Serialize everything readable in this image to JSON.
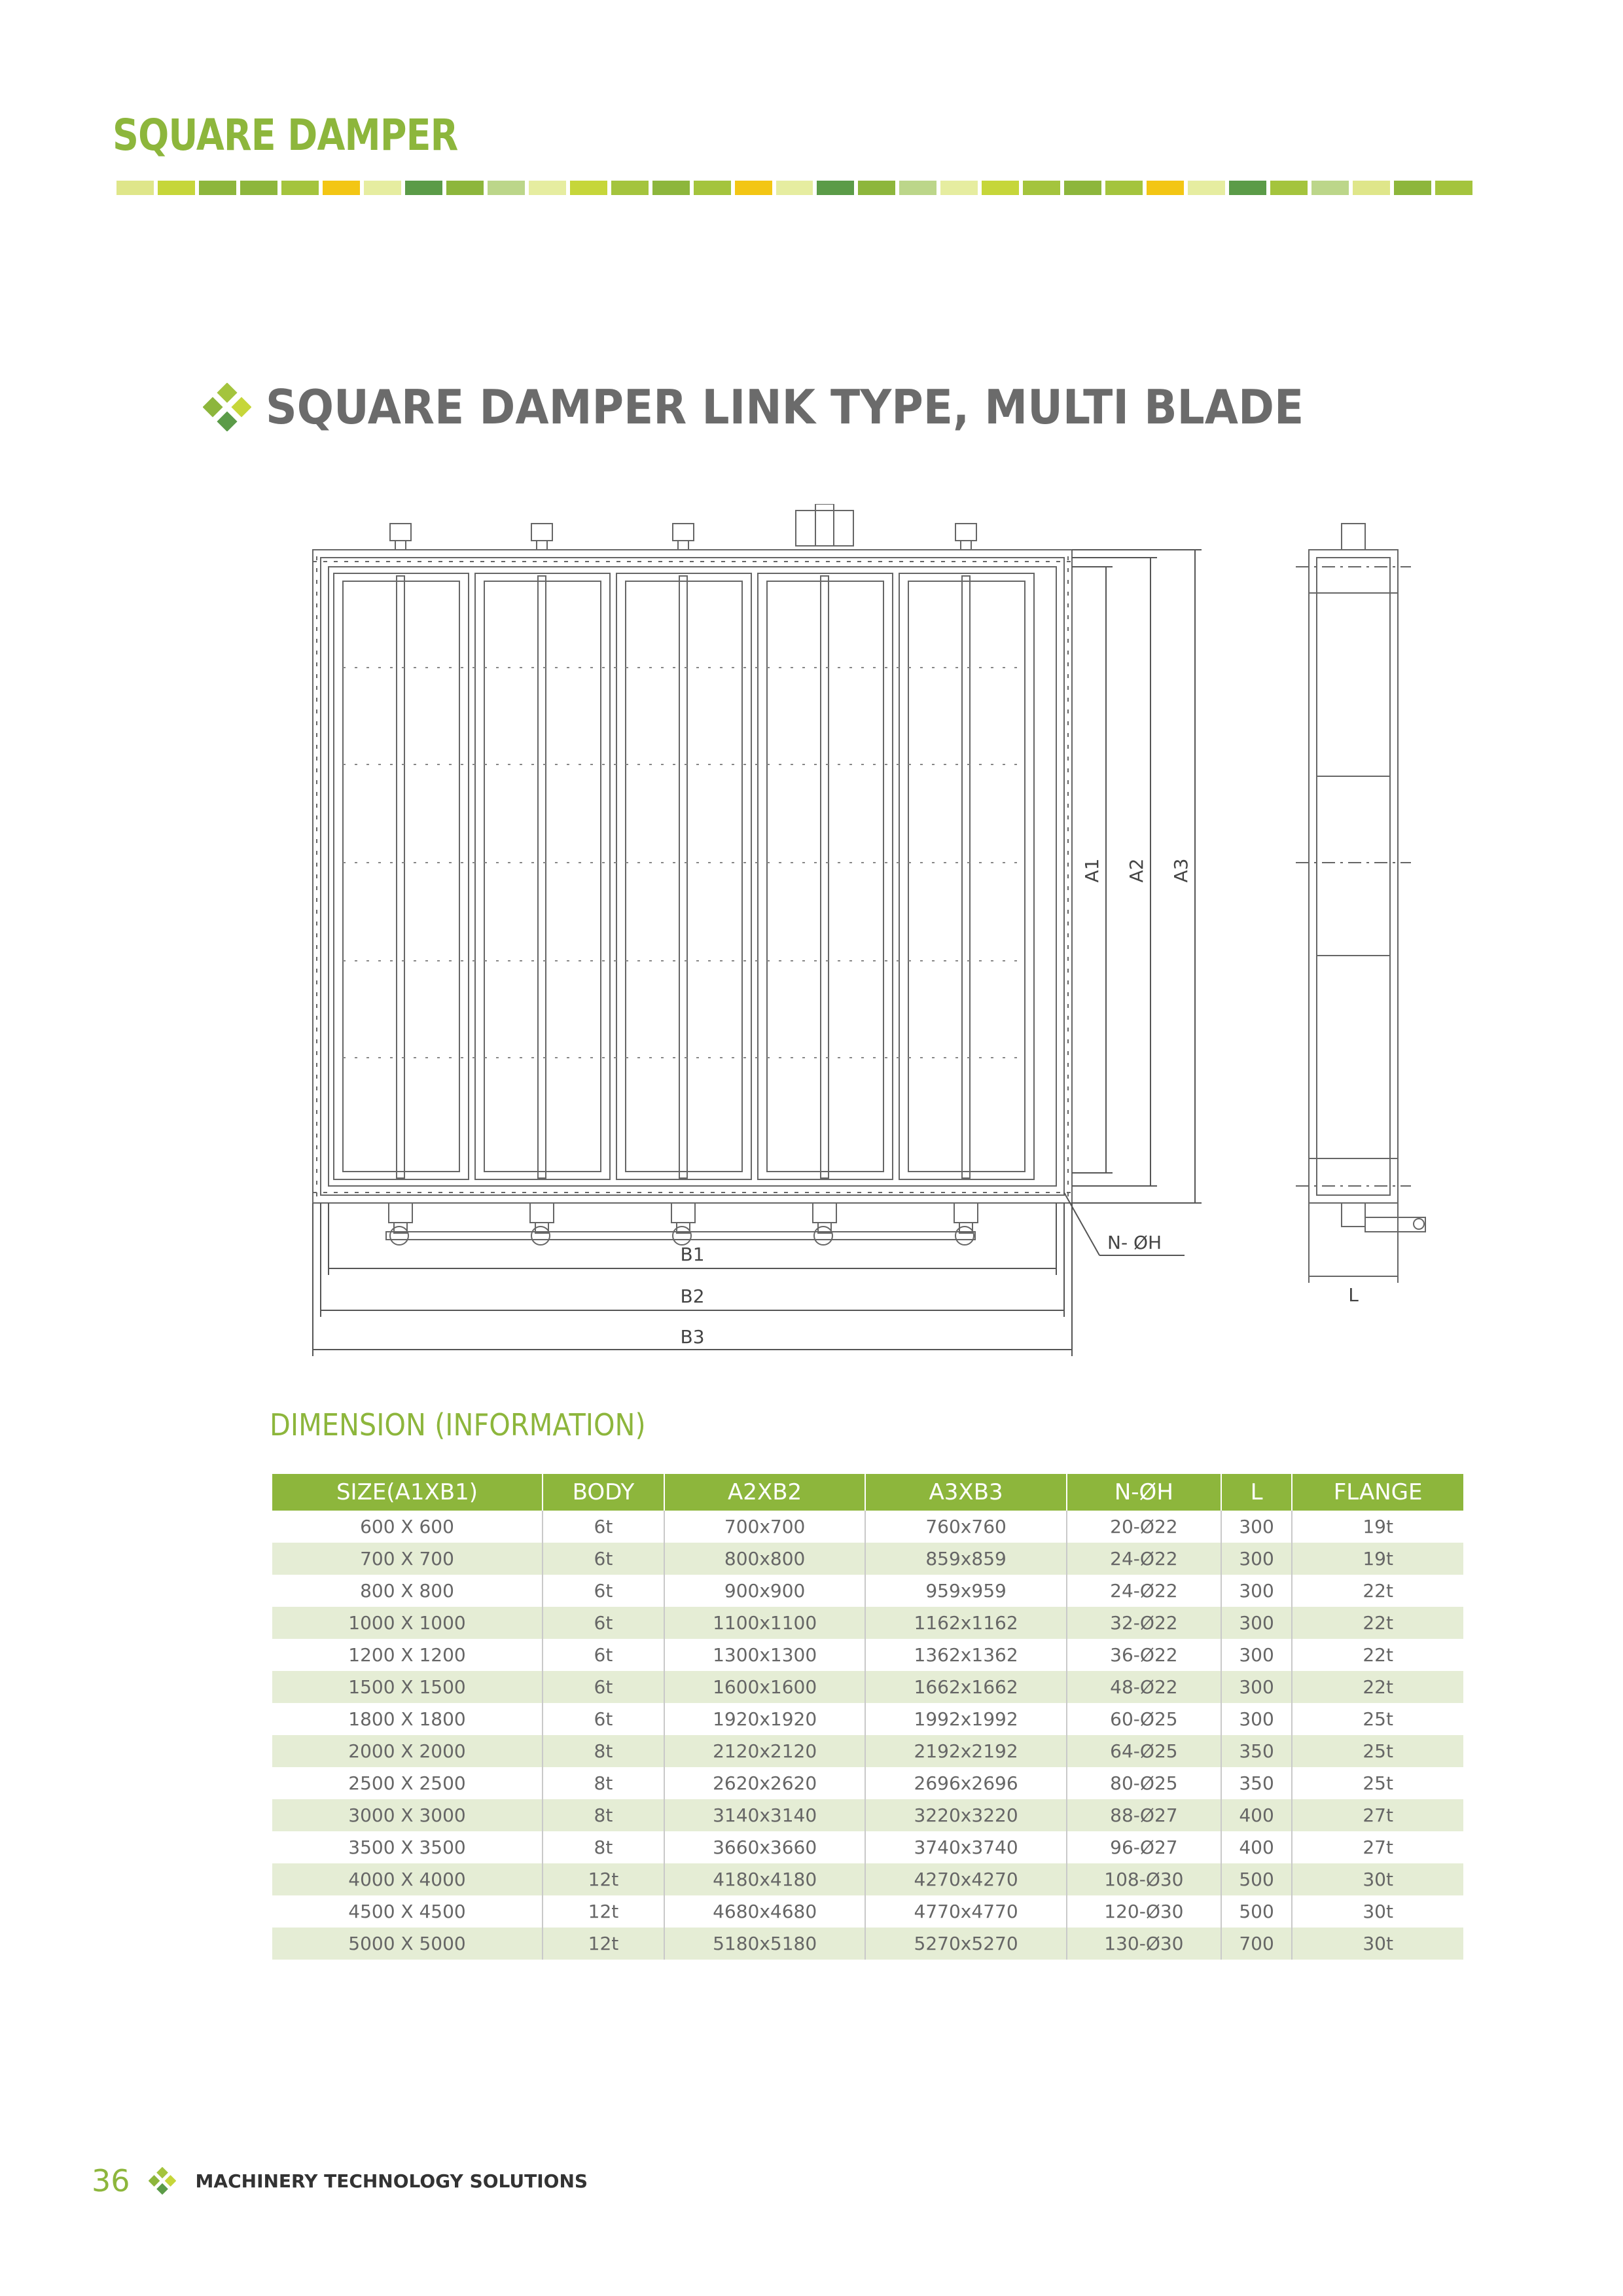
{
  "header": {
    "title": "SQUARE DAMPER",
    "stripe_colors": [
      "#dfe68a",
      "#c6d63a",
      "#8db63c",
      "#8db63c",
      "#a4c43d",
      "#f3c614",
      "#e6eda0",
      "#5b9b48",
      "#8db63c",
      "#bcd68a",
      "#e6eda0",
      "#c6d63a",
      "#a4c43d",
      "#8db63c",
      "#a4c43d",
      "#f3c614",
      "#e6eda0",
      "#5b9b48",
      "#8db63c",
      "#bcd68a",
      "#e6eda0",
      "#c6d63a",
      "#a4c43d",
      "#8db63c",
      "#a4c43d",
      "#f3c614",
      "#e6eda0",
      "#5b9b48",
      "#a4c43d",
      "#bcd68a",
      "#dfe68a",
      "#8db63c",
      "#a4c43d"
    ]
  },
  "section": {
    "title": "SQUARE DAMPER LINK TYPE, MULTI BLADE"
  },
  "drawing": {
    "labels": {
      "a1": "A1",
      "a2": "A2",
      "a3": "A3",
      "b1": "B1",
      "b2": "B2",
      "b3": "B3",
      "holes": "N- ØH",
      "length": "L"
    }
  },
  "dimension": {
    "title": "DIMENSION (INFORMATION)",
    "columns": [
      "SIZE(A1XB1)",
      "BODY",
      "A2XB2",
      "A3XB3",
      "N-ØH",
      "L",
      "FLANGE"
    ],
    "rows": [
      [
        "600 X 600",
        "6t",
        "700x700",
        "760x760",
        "20-Ø22",
        "300",
        "19t"
      ],
      [
        "700 X 700",
        "6t",
        "800x800",
        "859x859",
        "24-Ø22",
        "300",
        "19t"
      ],
      [
        "800 X 800",
        "6t",
        "900x900",
        "959x959",
        "24-Ø22",
        "300",
        "22t"
      ],
      [
        "1000 X 1000",
        "6t",
        "1100x1100",
        "1162x1162",
        "32-Ø22",
        "300",
        "22t"
      ],
      [
        "1200 X 1200",
        "6t",
        "1300x1300",
        "1362x1362",
        "36-Ø22",
        "300",
        "22t"
      ],
      [
        "1500 X 1500",
        "6t",
        "1600x1600",
        "1662x1662",
        "48-Ø22",
        "300",
        "22t"
      ],
      [
        "1800 X 1800",
        "6t",
        "1920x1920",
        "1992x1992",
        "60-Ø25",
        "300",
        "25t"
      ],
      [
        "2000 X 2000",
        "8t",
        "2120x2120",
        "2192x2192",
        "64-Ø25",
        "350",
        "25t"
      ],
      [
        "2500 X 2500",
        "8t",
        "2620x2620",
        "2696x2696",
        "80-Ø25",
        "350",
        "25t"
      ],
      [
        "3000 X 3000",
        "8t",
        "3140x3140",
        "3220x3220",
        "88-Ø27",
        "400",
        "27t"
      ],
      [
        "3500 X 3500",
        "8t",
        "3660x3660",
        "3740x3740",
        "96-Ø27",
        "400",
        "27t"
      ],
      [
        "4000 X 4000",
        "12t",
        "4180x4180",
        "4270x4270",
        "108-Ø30",
        "500",
        "30t"
      ],
      [
        "4500 X 4500",
        "12t",
        "4680x4680",
        "4770x4770",
        "120-Ø30",
        "500",
        "30t"
      ],
      [
        "5000 X 5000",
        "12t",
        "5180x5180",
        "5270x5270",
        "130-Ø30",
        "700",
        "30t"
      ]
    ]
  },
  "footer": {
    "page_number": "36",
    "company": "MACHINERY TECHNOLOGY SOLUTIONS"
  }
}
